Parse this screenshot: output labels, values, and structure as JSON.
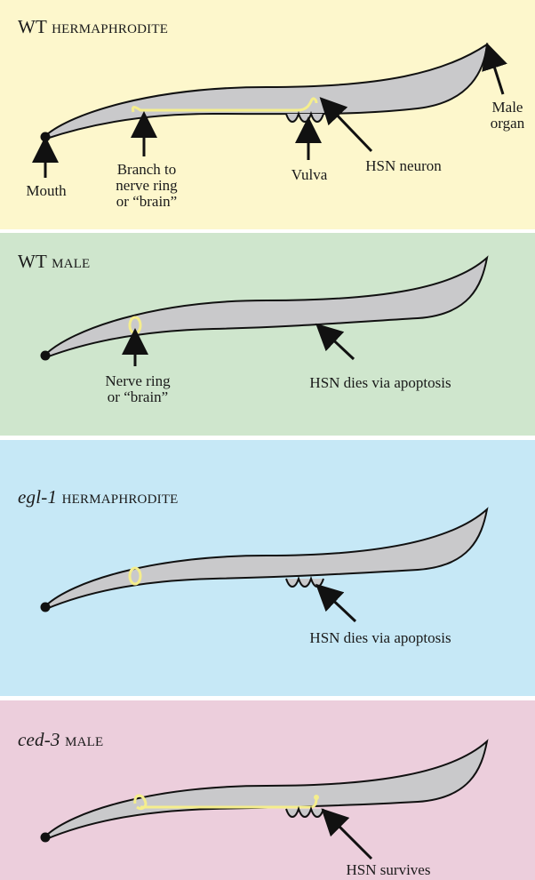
{
  "panels": [
    {
      "title_main": "WT",
      "title_caps": "hermaphrodite",
      "labels": {
        "mouth": "Mouth",
        "branch": "Branch to",
        "branch2": "nerve ring",
        "branch3": "or “brain”",
        "vulva": "Vulva",
        "hsn": "HSN neuron",
        "male1": "Male",
        "male2": "organ"
      }
    },
    {
      "title_main": "WT",
      "title_caps": "male",
      "labels": {
        "ring1": "Nerve ring",
        "ring2": "or “brain”",
        "hsn": "HSN dies via apoptosis"
      }
    },
    {
      "title_main": "egl-1",
      "title_caps": "hermaphrodite",
      "labels": {
        "hsn": "HSN dies via apoptosis"
      }
    },
    {
      "title_main": "ced-3",
      "title_caps": "male",
      "labels": {
        "hsn": "HSN survives"
      }
    }
  ],
  "colors": {
    "worm_fill": "#c9c9cb",
    "neuron": "#f5ee8c",
    "panel1": "#fdf7cc",
    "panel2": "#cfe6cd",
    "panel3": "#c6e8f6",
    "panel4": "#eccedc"
  }
}
